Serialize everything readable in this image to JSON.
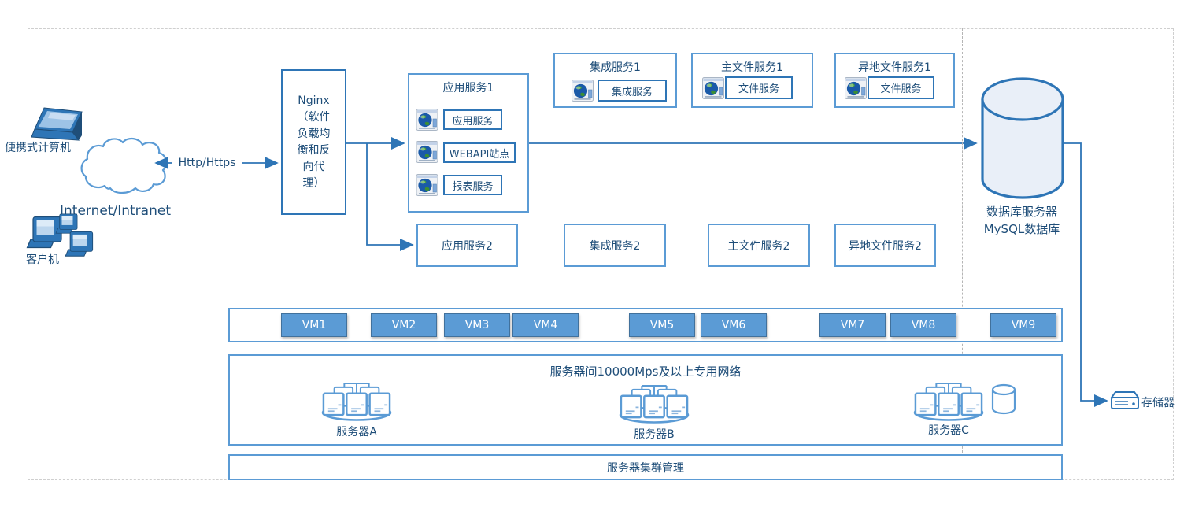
{
  "colors": {
    "accent": "#2e75b6",
    "box_border": "#5b9bd5",
    "text": "#1f4e79",
    "vm_fill": "#5b9bd5",
    "vm_border": "#41719c"
  },
  "client_area": {
    "laptop_label": "便携式计算机",
    "internet_label": "Internet/Intranet",
    "clients_label": "客户机",
    "link_label": "Http/Https"
  },
  "nginx": {
    "label": "Nginx\n（软件\n负载均\n衡和反\n向代\n理）"
  },
  "app_service1": {
    "title": "应用服务1",
    "items": [
      "应用服务",
      "WEBAPI站点",
      "报表服务"
    ]
  },
  "integration1": {
    "title": "集成服务1",
    "item": "集成服务"
  },
  "main_file1": {
    "title": "主文件服务1",
    "item": "文件服务"
  },
  "remote_file1": {
    "title": "异地文件服务1",
    "item": "文件服务"
  },
  "row2": {
    "app": "应用服务2",
    "integration": "集成服务2",
    "main_file": "主文件服务2",
    "remote_file": "异地文件服务2"
  },
  "database": {
    "line1": "数据库服务器",
    "line2": "MySQL数据库"
  },
  "vms": [
    "VM1",
    "VM2",
    "VM3",
    "VM4",
    "VM5",
    "VM6",
    "VM7",
    "VM8",
    "VM9"
  ],
  "network": {
    "title": "服务器间10000Mps及以上专用网络",
    "server_a": "服务器A",
    "server_b": "服务器B",
    "server_c": "服务器C"
  },
  "cluster": {
    "label": "服务器集群管理"
  },
  "storage": {
    "label": "存储器"
  }
}
